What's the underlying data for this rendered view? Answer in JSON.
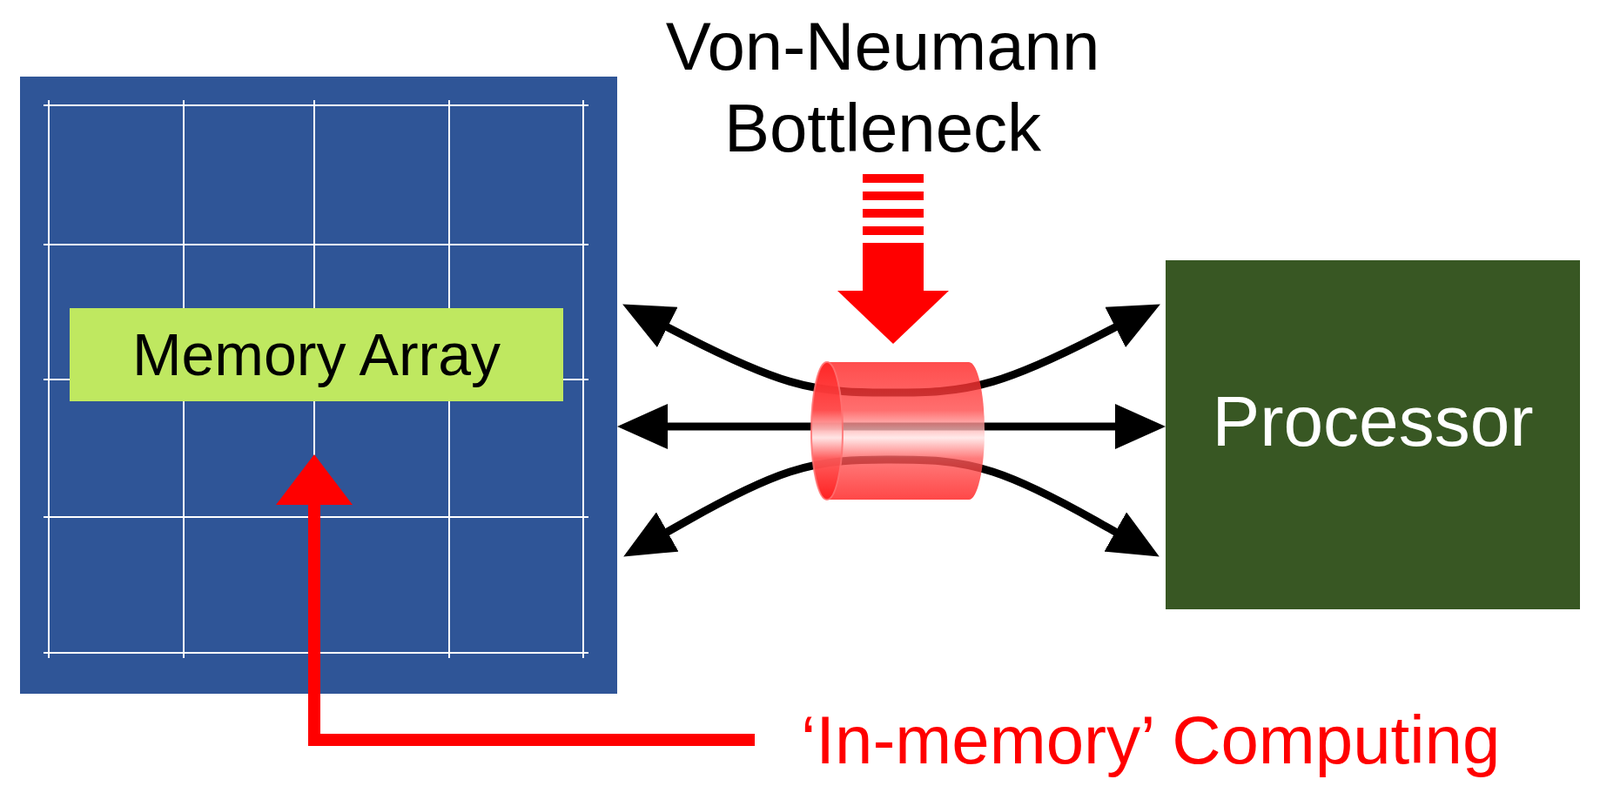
{
  "diagram": {
    "nodes": [
      {
        "text": [
          "Memory Array"
        ]
      },
      {
        "text": [
          "Processor"
        ]
      }
    ],
    "edges": [
      {
        "from": 0,
        "to": 1,
        "arrow": "both"
      },
      {
        "from": 0,
        "to": 1,
        "arrow": "both"
      },
      {
        "from": 0,
        "to": 1,
        "arrow": "both"
      }
    ],
    "labels": [
      "Von-Neumann Bottleneck",
      "‘In-memory’ Computing"
    ]
  }
}
